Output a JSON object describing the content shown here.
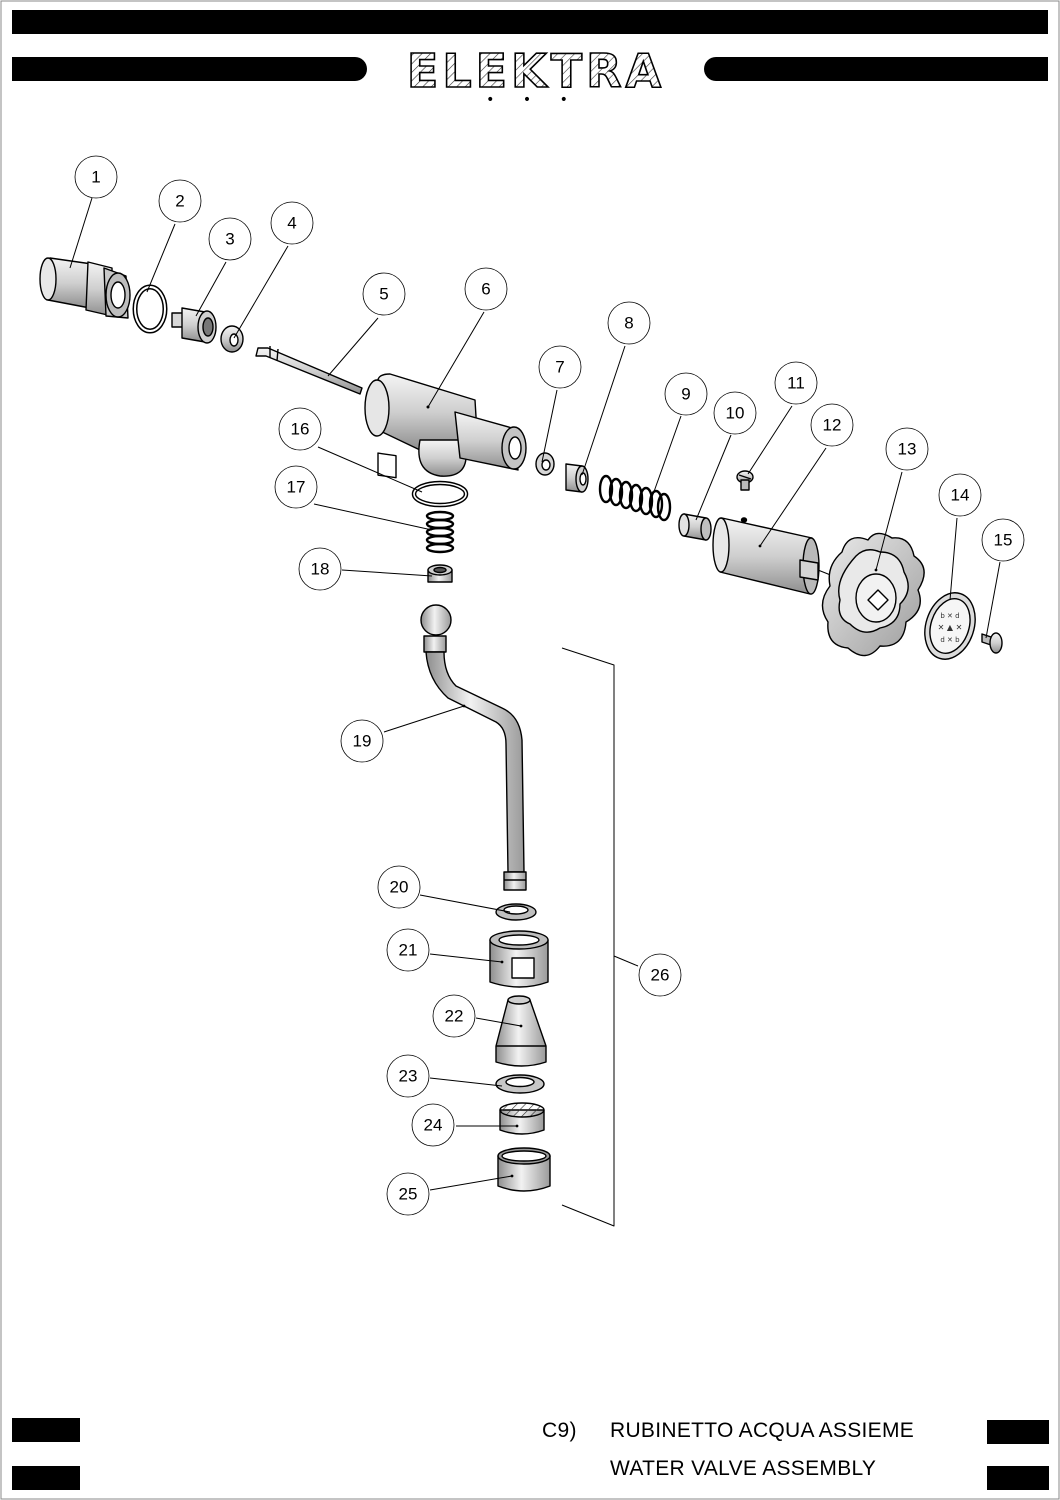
{
  "brand": {
    "name": "ELEKTRA",
    "dots": "• • •"
  },
  "sheet": {
    "code": "C9)",
    "title_it": "RUBINETTO ACQUA ASSIEME",
    "title_en": "WATER VALVE ASSEMBLY"
  },
  "callouts": [
    {
      "id": "1",
      "label": "1"
    },
    {
      "id": "2",
      "label": "2"
    },
    {
      "id": "3",
      "label": "3"
    },
    {
      "id": "4",
      "label": "4"
    },
    {
      "id": "5",
      "label": "5"
    },
    {
      "id": "6",
      "label": "6"
    },
    {
      "id": "7",
      "label": "7"
    },
    {
      "id": "8",
      "label": "8"
    },
    {
      "id": "9",
      "label": "9"
    },
    {
      "id": "10",
      "label": "10"
    },
    {
      "id": "11",
      "label": "11"
    },
    {
      "id": "12",
      "label": "12"
    },
    {
      "id": "13",
      "label": "13"
    },
    {
      "id": "14",
      "label": "14"
    },
    {
      "id": "15",
      "label": "15"
    },
    {
      "id": "16",
      "label": "16"
    },
    {
      "id": "17",
      "label": "17"
    },
    {
      "id": "18",
      "label": "18"
    },
    {
      "id": "19",
      "label": "19"
    },
    {
      "id": "20",
      "label": "20"
    },
    {
      "id": "21",
      "label": "21"
    },
    {
      "id": "22",
      "label": "22"
    },
    {
      "id": "23",
      "label": "23"
    },
    {
      "id": "24",
      "label": "24"
    },
    {
      "id": "25",
      "label": "25"
    },
    {
      "id": "26",
      "label": "26"
    }
  ]
}
